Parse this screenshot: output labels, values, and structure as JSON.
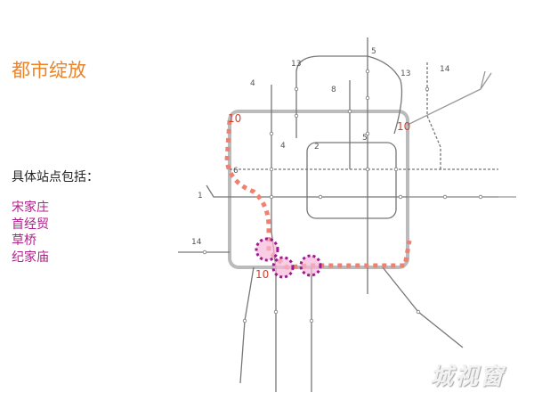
{
  "slide": {
    "title": "都市绽放",
    "intro": "具体站点包括：",
    "stations": [
      "宋家庄",
      "首经贸",
      "草桥",
      "纪家庙"
    ],
    "watermark": "城视窗"
  },
  "map": {
    "line_labels": {
      "l13a": "13",
      "l13b": "13",
      "l5a": "5",
      "l5b": "5",
      "l8": "8",
      "l4a": "4",
      "l4b": "4",
      "l14a": "14",
      "l14b": "14",
      "l1": "1",
      "l2": "2",
      "l6": "6"
    },
    "ring_labels": [
      "10",
      "10",
      "10"
    ],
    "colors": {
      "highlight": "#f08070",
      "station_ring": "#9b1a8c",
      "lines": "#777777",
      "title": "#e8842a",
      "station_text": "#b0208a"
    }
  }
}
